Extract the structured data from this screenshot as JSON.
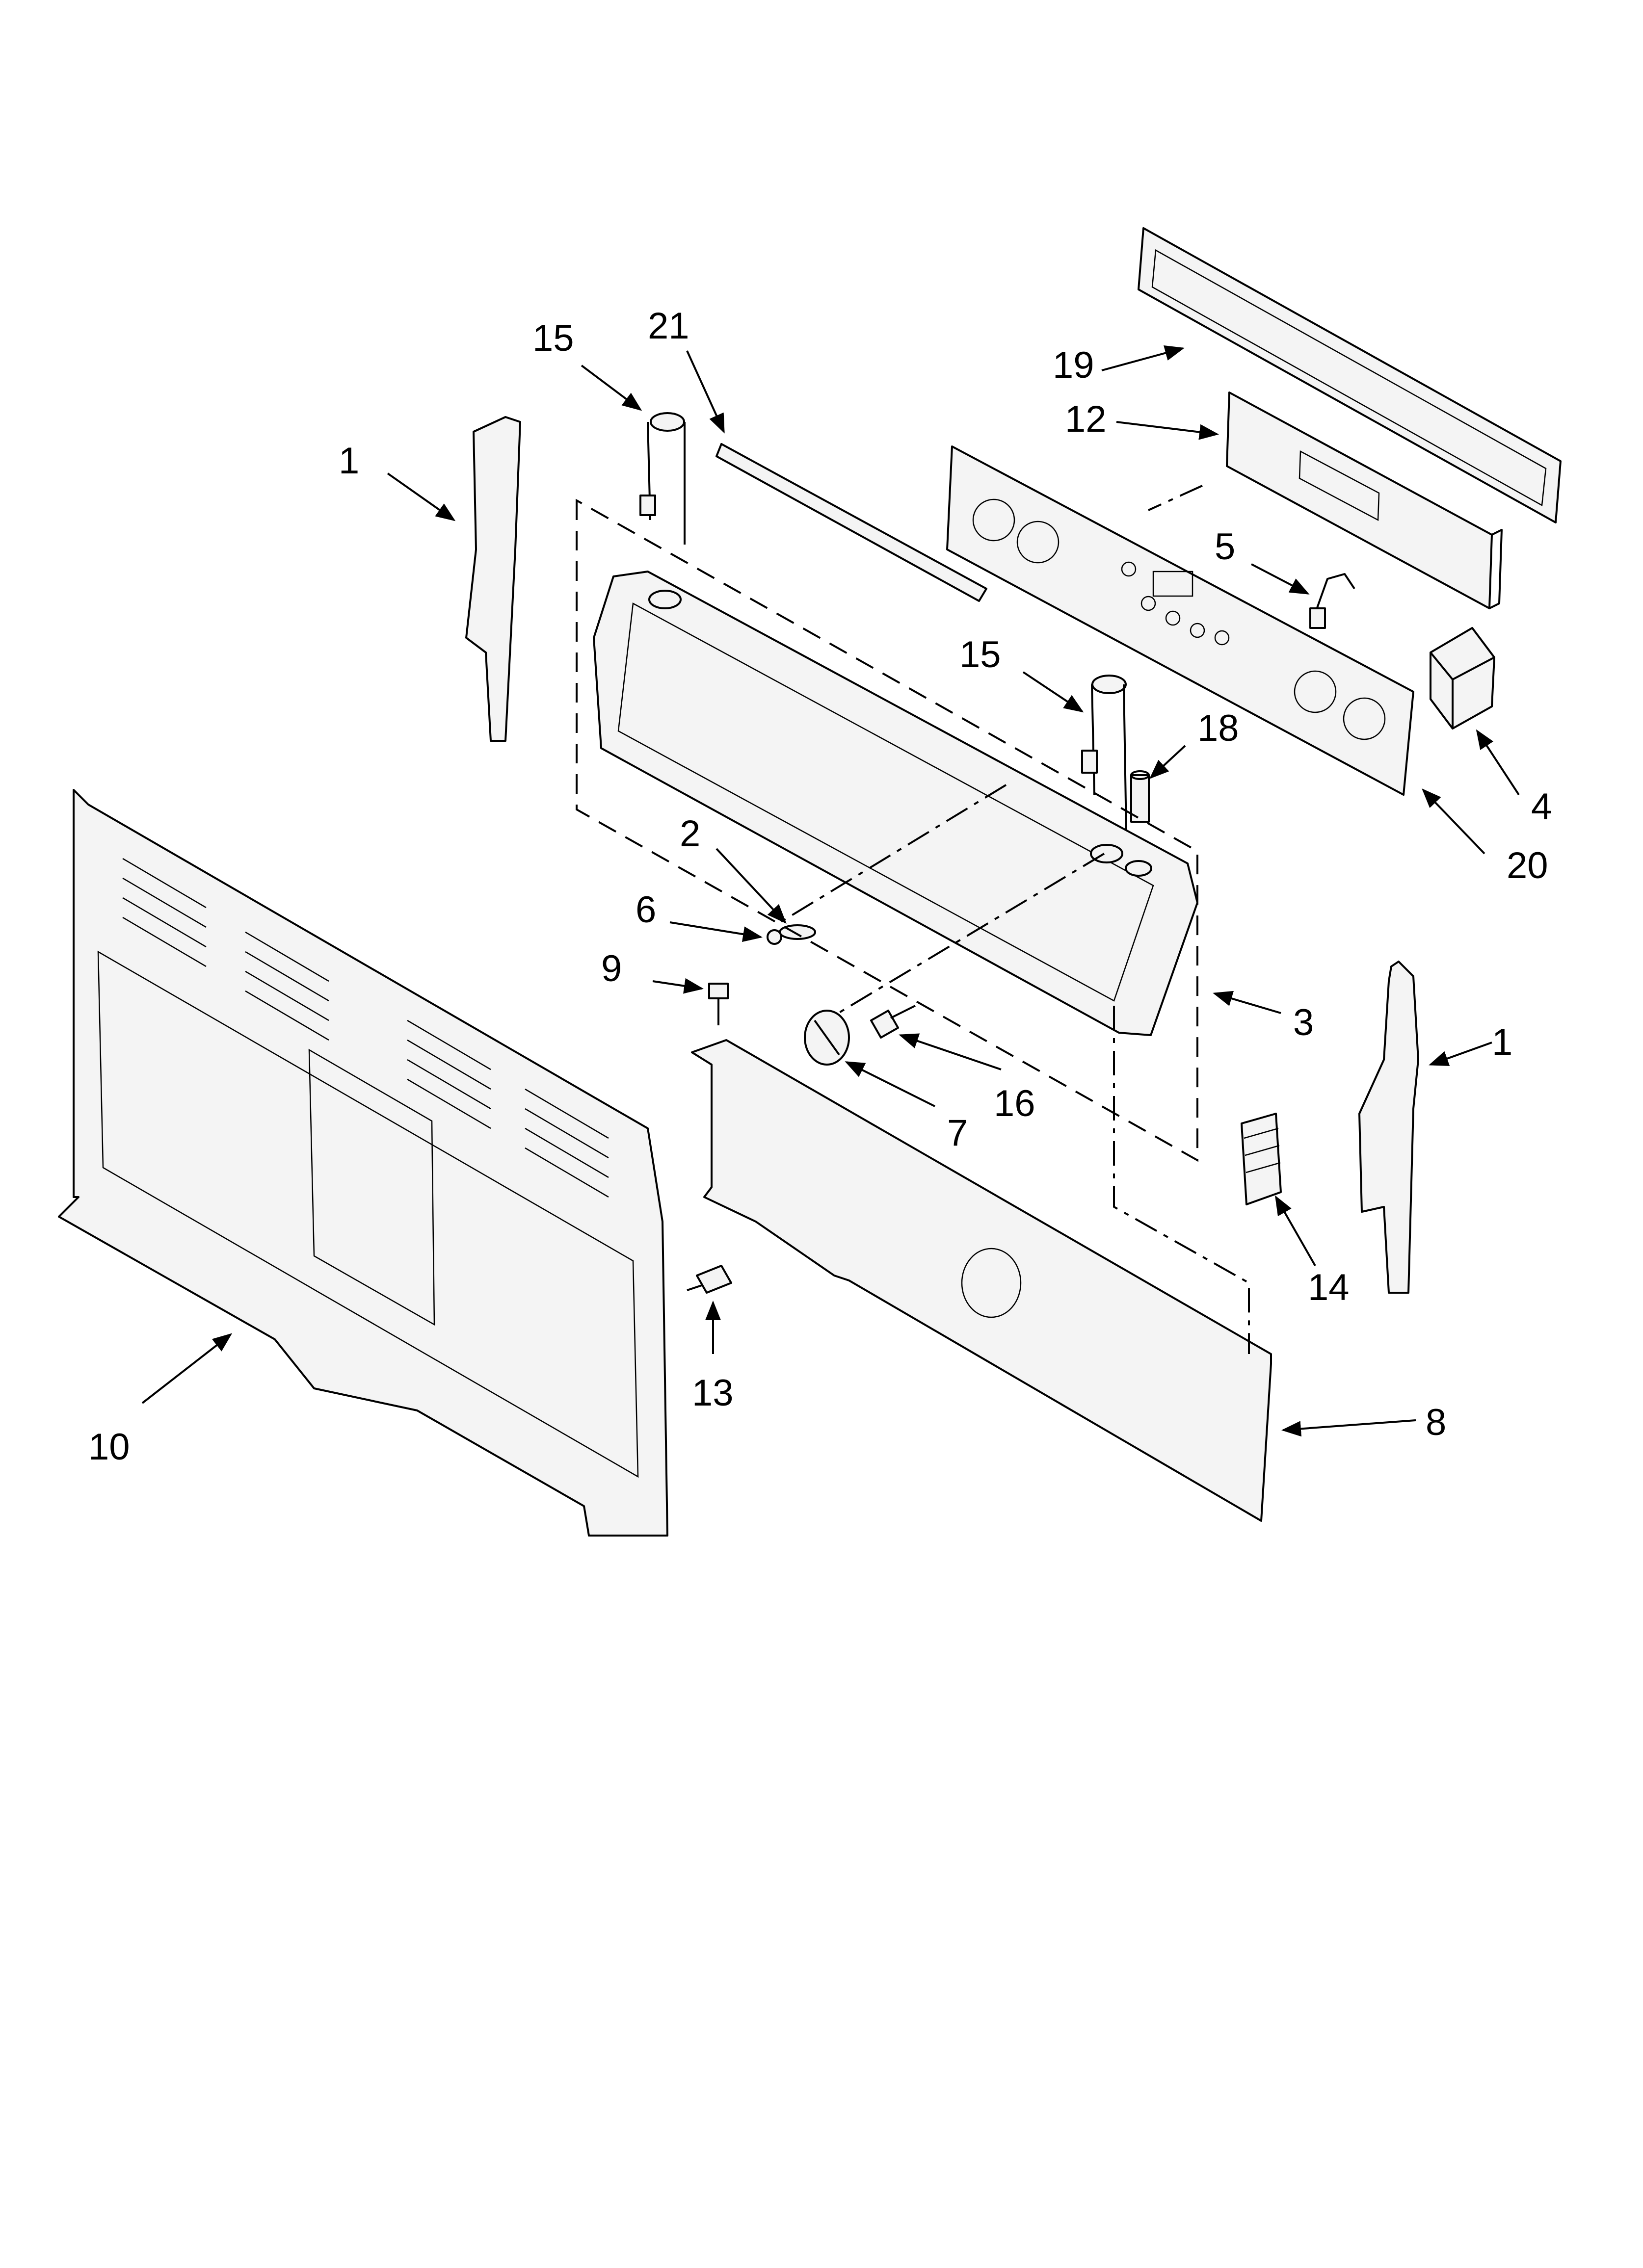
{
  "diagram": {
    "callouts": [
      {
        "id": "c1a",
        "label": "1"
      },
      {
        "id": "c1b",
        "label": "1"
      },
      {
        "id": "c2",
        "label": "2"
      },
      {
        "id": "c3",
        "label": "3"
      },
      {
        "id": "c4",
        "label": "4"
      },
      {
        "id": "c5",
        "label": "5"
      },
      {
        "id": "c6",
        "label": "6"
      },
      {
        "id": "c7",
        "label": "7"
      },
      {
        "id": "c8",
        "label": "8"
      },
      {
        "id": "c9",
        "label": "9"
      },
      {
        "id": "c10",
        "label": "10"
      },
      {
        "id": "c12",
        "label": "12"
      },
      {
        "id": "c13",
        "label": "13"
      },
      {
        "id": "c14",
        "label": "14"
      },
      {
        "id": "c15a",
        "label": "15"
      },
      {
        "id": "c15b",
        "label": "15"
      },
      {
        "id": "c16",
        "label": "16"
      },
      {
        "id": "c18",
        "label": "18"
      },
      {
        "id": "c19",
        "label": "19"
      },
      {
        "id": "c20",
        "label": "20"
      },
      {
        "id": "c21",
        "label": "21"
      }
    ]
  }
}
